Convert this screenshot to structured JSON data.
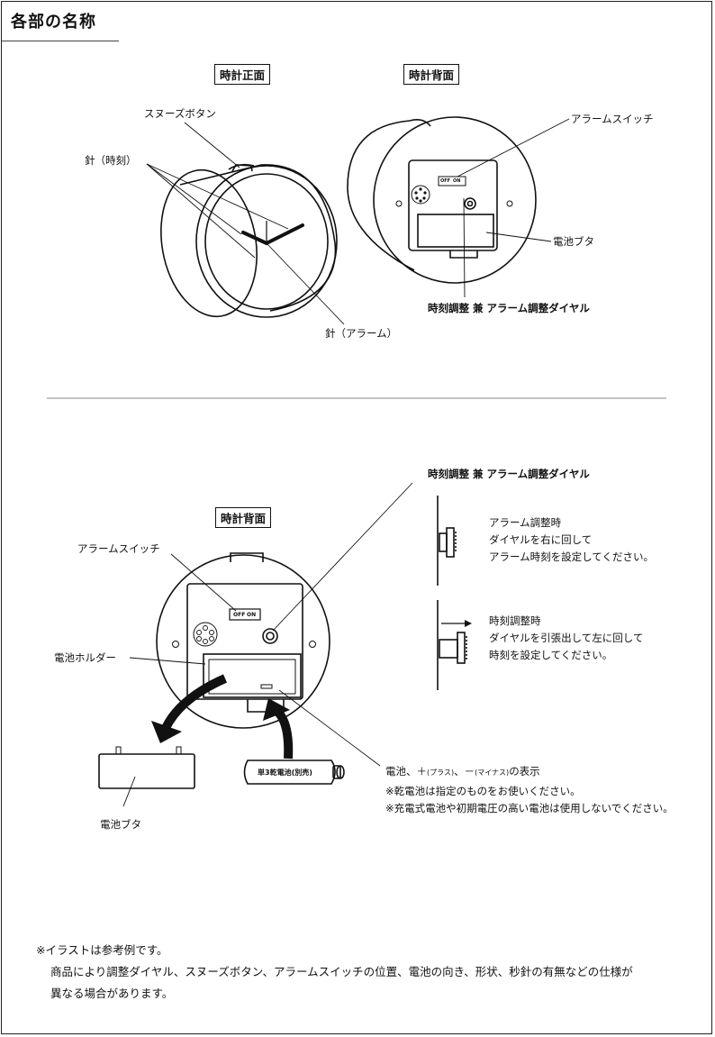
{
  "title": "各部の名称",
  "top": {
    "front_label": "時計正面",
    "back_label": "時計背面",
    "snooze": "スヌーズボタン",
    "hands_time": "針（時刻）",
    "hands_alarm": "針（アラーム）",
    "alarm_switch": "アラームスイッチ",
    "battery_cover": "電池ブタ",
    "dial": "時刻調整 兼 アラーム調整ダイヤル",
    "switch_off": "OFF",
    "switch_on": "ON"
  },
  "bottom": {
    "back_label": "時計背面",
    "dial": "時刻調整 兼 アラーム調整ダイヤル",
    "alarm_switch": "アラームスイッチ",
    "battery_holder": "電池ホルダー",
    "battery_cover": "電池ブタ",
    "battery_text": "単3乾電池(別売)",
    "switch_off": "OFF",
    "switch_on": "ON",
    "alarm_adjust": [
      "アラーム調整時",
      "ダイヤルを右に回して",
      "アラーム時刻を設定してください。"
    ],
    "time_adjust": [
      "時刻調整時",
      "ダイヤルを引張出して左に回して",
      "時刻を設定してください。"
    ],
    "polarity_main": "電池、＋",
    "polarity_plus": "(プラス)",
    "polarity_sep": "、－",
    "polarity_minus": "(マイナス)",
    "polarity_end": "の表示",
    "notes": [
      "※乾電池は指定のものをお使いください。",
      "※充電式電池や初期電圧の高い電池は使用しないでください。"
    ]
  },
  "footer": {
    "line1": "※イラストは参考例です。",
    "line2": "商品により調整ダイヤル、スヌーズボタン、アラームスイッチの位置、電池の向き、形状、秒針の有無などの仕様が",
    "line3": "異なる場合があります。"
  }
}
